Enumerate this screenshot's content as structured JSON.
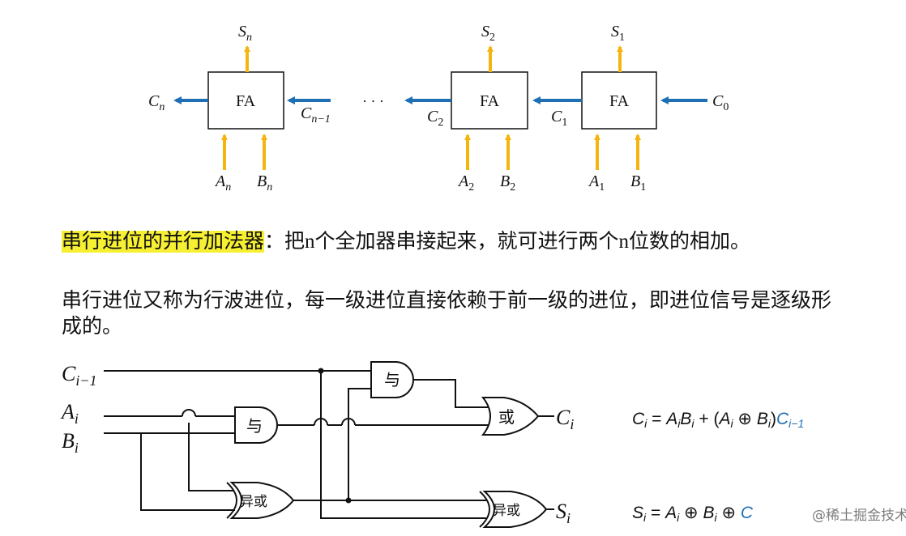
{
  "top_chain": {
    "fa_label": "FA",
    "dots": "· · ·",
    "left_block": {
      "sum_var": "S",
      "sum_sub": "n",
      "carry_out_var": "C",
      "carry_out_sub": "n",
      "carry_in_var": "C",
      "carry_in_sub": "n−1",
      "a_var": "A",
      "a_sub": "n",
      "b_var": "B",
      "b_sub": "n"
    },
    "mid_block": {
      "sum_var": "S",
      "sum_sub": "2",
      "carry_out_var": "C",
      "carry_out_sub": "2",
      "a_var": "A",
      "a_sub": "2",
      "b_var": "B",
      "b_sub": "2"
    },
    "right_block": {
      "sum_var": "S",
      "sum_sub": "1",
      "carry_out_var": "C",
      "carry_out_sub": "1",
      "carry_in_var": "C",
      "carry_in_sub": "0",
      "a_var": "A",
      "a_sub": "1",
      "b_var": "B",
      "b_sub": "1"
    }
  },
  "text": {
    "highlight": "串行进位的并行加法器",
    "line1_rest": "：把n个全加器串接起来，就可进行两个n位数的相加。",
    "paragraph2": "串行进位又称为行波进位，每一级进位直接依赖于前一级的进位，即进位信号是逐级形成的。"
  },
  "circuit": {
    "in_c_var": "C",
    "in_c_sub": "i−1",
    "in_a_var": "A",
    "in_a_sub": "i",
    "in_b_var": "B",
    "in_b_sub": "i",
    "gate_and": "与",
    "gate_or": "或",
    "gate_xor": "异或",
    "out_c_var": "C",
    "out_c_sub": "i",
    "out_s_var": "S",
    "out_s_sub": "i"
  },
  "formulas": {
    "carry": {
      "lhs": "C",
      "lhs_sub": "i",
      "eq": " = ",
      "a": "A",
      "a_sub": "i",
      "b": "B",
      "b_sub": "i",
      "plus": " + (",
      "a2": "A",
      "a2_sub": "i",
      "xor": " ⊕ ",
      "b2": "B",
      "b2_sub": "i",
      "close": ")",
      "c": "C",
      "c_sub": "i−1"
    },
    "sum": {
      "lhs": "S",
      "lhs_sub": "i",
      "eq": " = ",
      "a": "A",
      "a_sub": "i",
      "xor1": " ⊕ ",
      "b": "B",
      "b_sub": "i",
      "xor2": " ⊕ ",
      "c": "C"
    }
  },
  "watermark": "@稀土掘金技术社区",
  "colors": {
    "arrow_orange": "#f5b50f",
    "arrow_blue": "#1f6fb5",
    "highlight": "#f7f032",
    "formula_blue": "#1f6fb5"
  }
}
